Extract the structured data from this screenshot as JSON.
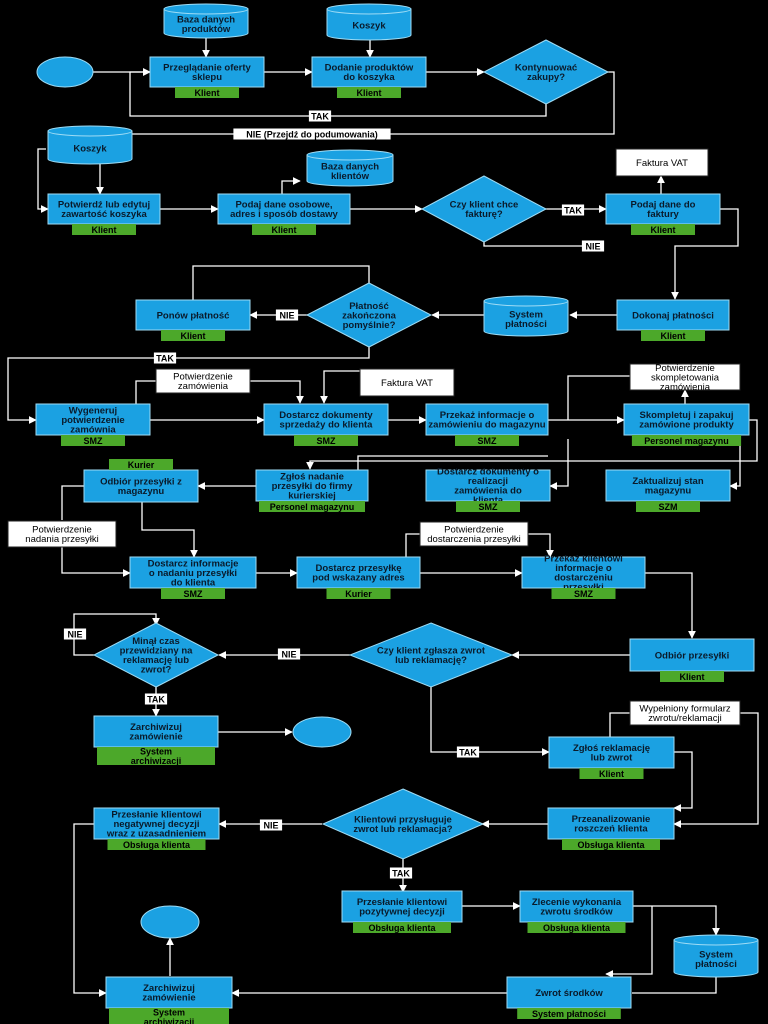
{
  "colors": {
    "background": "#000000",
    "process": "#1ba1e2",
    "border": "#9fdcf5",
    "actor_tag": "#4ca82a",
    "note_fill": "#ffffff",
    "line": "#ffffff"
  },
  "nodes": {
    "db_products": "Baza danych produktów",
    "db_cart_top": "Koszyk",
    "browse": "Przeglądanie oferty sklepu",
    "add_to_cart": "Dodanie produktów do koszyka",
    "continue_shopping": "Kontynuować zakupy?",
    "db_cart_2": "Koszyk",
    "confirm_cart": "Potwierdź lub edytuj zawartość koszyka",
    "enter_data": "Podaj dane osobowe, adres i sposób dostawy",
    "db_clients": "Baza danych klientów",
    "wants_invoice": "Czy klient chce fakturę?",
    "invoice_data": "Podaj dane do faktury",
    "invoice_doc_top": "Faktura VAT",
    "make_payment": "Dokonaj płatności",
    "payment_system": "System płatności",
    "payment_ok": "Płatność zakończona pomyślnie?",
    "retry_payment": "Ponów płatność",
    "order_confirmation_doc": "Potwierdzenie zamówienia",
    "invoice_doc_mid": "Faktura VAT",
    "generate_confirmation": "Wygeneruj potwierdzenie zamównia",
    "deliver_sales_docs": "Dostarcz dokumenty sprzedaży do klienta",
    "send_to_warehouse": "Przekaż informacje o zamówieniu do magazynu",
    "completion_doc": "Potwierdzenie skompletowania zamówienia",
    "complete_pack": "Skompletuj i zapakuj zamówione produkty",
    "courier_pickup": "Odbiór przesyłki z magazynu",
    "report_shipment": "Zgłoś nadanie przesyłki do firmy kurierskiej",
    "deliver_fulfillment_docs": "Dostarcz dokumenty o realizacji zamówienia do klienta",
    "update_stock": "Zaktualizuj stan magazynu",
    "dispatch_confirmation_doc": "Potwierdzenie nadania przesyłki",
    "inform_dispatch": "Dostarcz informacje o nadaniu przesyłki do klienta",
    "deliver_parcel": "Dostarcz przesyłkę pod wskazany adres",
    "delivery_confirmation_doc": "Potwierdzenie dostarczenia przesyłki",
    "inform_delivery": "Przekaż klientowi informacje o dostarczeniu przesyłki",
    "receive_parcel": "Odbiór przesyłki",
    "return_claim": "Czy klient zgłasza zwrot lub reklamację?",
    "time_elapsed": "Minął czas przewidziany na reklamację lub zwrot?",
    "archive_order_1": "Zarchiwizuj zamówienie",
    "claim_form_doc": "Wypełniony formularz zwrotu/reklamacji",
    "submit_claim": "Zgłoś reklamację lub zwrot",
    "analyze_claim": "Przeanalizowanie roszczeń klienta",
    "claim_entitled": "Klientowi przysługuje zwrot lub reklamacja?",
    "negative_decision": "Przesłanie klientowi negatywnej decyzji wraz z uzasadnieniem",
    "positive_decision": "Przesłanie klientowi pozytywnej decyzji",
    "order_refund": "Zlecenie wykonania zwrotu środków",
    "payment_system_2": "System płatności",
    "refund": "Zwrot środków",
    "archive_order_2": "Zarchiwizuj zamówienie"
  },
  "actors": {
    "browse": "Klient",
    "add_to_cart": "Klient",
    "confirm_cart": "Klient",
    "enter_data": "Klient",
    "invoice_data": "Klient",
    "make_payment": "Klient",
    "retry_payment": "Klient",
    "generate_confirmation": "SMZ",
    "deliver_sales_docs": "SMZ",
    "send_to_warehouse": "SMZ",
    "complete_pack": "Personel magazynu",
    "courier_pickup": "Kurier",
    "report_shipment": "Personel magazynu",
    "deliver_fulfillment_docs": "SMZ",
    "update_stock": "SZM",
    "inform_dispatch": "SMZ",
    "deliver_parcel": "Kurier",
    "inform_delivery": "SMZ",
    "receive_parcel": "Klient",
    "archive_order_1": "System archiwizacji",
    "submit_claim": "Klient",
    "analyze_claim": "Obsługa klienta",
    "negative_decision": "Obsługa klienta",
    "positive_decision": "Obsługa klienta",
    "order_refund": "Obsługa klienta",
    "refund": "System płatności",
    "archive_order_2": "System archiwizacji"
  },
  "edge_labels": {
    "continue_yes": "TAK",
    "continue_no": "NIE (Przejdź do podumowania)",
    "invoice_yes": "TAK",
    "invoice_no": "NIE",
    "payment_no": "NIE",
    "payment_yes": "TAK",
    "claim_no": "NIE",
    "claim_yes": "TAK",
    "time_no": "NIE",
    "time_yes": "TAK",
    "entitled_no": "NIE",
    "entitled_yes": "TAK"
  }
}
